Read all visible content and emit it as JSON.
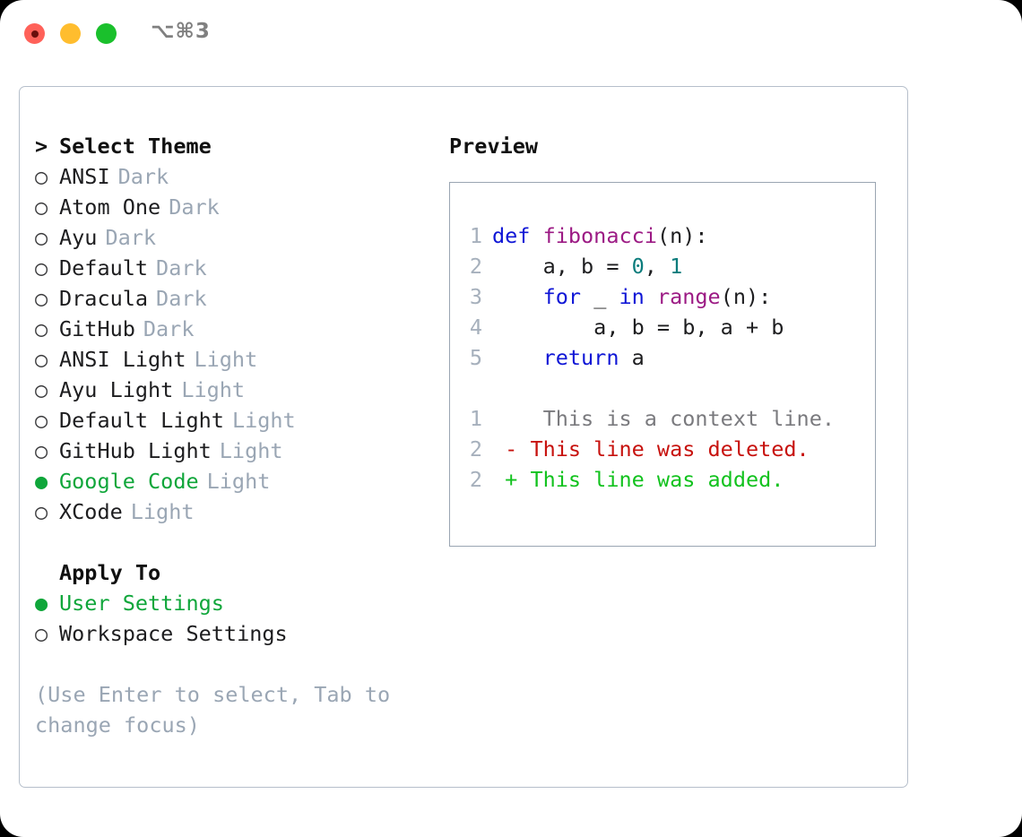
{
  "window": {
    "shortcut": "⌥⌘3",
    "traffic_lights": [
      "close",
      "minimize",
      "maximize"
    ]
  },
  "theme_section": {
    "prefix": ">",
    "title": "Select Theme",
    "focused": true,
    "items": [
      {
        "marker": "○",
        "label": "ANSI",
        "tag": "Dark",
        "selected": false
      },
      {
        "marker": "○",
        "label": "Atom One",
        "tag": "Dark",
        "selected": false
      },
      {
        "marker": "○",
        "label": "Ayu",
        "tag": "Dark",
        "selected": false
      },
      {
        "marker": "○",
        "label": "Default",
        "tag": "Dark",
        "selected": false
      },
      {
        "marker": "○",
        "label": "Dracula",
        "tag": "Dark",
        "selected": false
      },
      {
        "marker": "○",
        "label": "GitHub",
        "tag": "Dark",
        "selected": false
      },
      {
        "marker": "○",
        "label": "ANSI Light",
        "tag": "Light",
        "selected": false
      },
      {
        "marker": "○",
        "label": "Ayu Light",
        "tag": "Light",
        "selected": false
      },
      {
        "marker": "○",
        "label": "Default Light",
        "tag": "Light",
        "selected": false
      },
      {
        "marker": "○",
        "label": "GitHub Light",
        "tag": "Light",
        "selected": false
      },
      {
        "marker": "●",
        "label": "Google Code",
        "tag": "Light",
        "selected": true
      },
      {
        "marker": "○",
        "label": "XCode",
        "tag": "Light",
        "selected": false
      }
    ]
  },
  "apply_section": {
    "prefix": " ",
    "title": "Apply To",
    "focused": false,
    "items": [
      {
        "marker": "●",
        "label": "User Settings",
        "tag": "",
        "selected": true
      },
      {
        "marker": "○",
        "label": "Workspace Settings",
        "tag": "",
        "selected": false
      }
    ]
  },
  "hint": "(Use Enter to select, Tab to change focus)",
  "preview": {
    "title": "Preview",
    "code_lines": [
      {
        "number": "1",
        "tokens": [
          {
            "text": "def ",
            "cls": "tok-kw"
          },
          {
            "text": "fibonacci",
            "cls": "tok-fn"
          },
          {
            "text": "(n):",
            "cls": "tok-punc"
          }
        ]
      },
      {
        "number": "2",
        "tokens": [
          {
            "text": "    a, b = ",
            "cls": "tok-plain"
          },
          {
            "text": "0",
            "cls": "tok-num"
          },
          {
            "text": ", ",
            "cls": "tok-plain"
          },
          {
            "text": "1",
            "cls": "tok-num"
          }
        ]
      },
      {
        "number": "3",
        "tokens": [
          {
            "text": "    for",
            "cls": "tok-kw"
          },
          {
            "text": " _ ",
            "cls": "tok-plain"
          },
          {
            "text": "in ",
            "cls": "tok-kw"
          },
          {
            "text": "range",
            "cls": "tok-fn"
          },
          {
            "text": "(n):",
            "cls": "tok-punc"
          }
        ]
      },
      {
        "number": "4",
        "tokens": [
          {
            "text": "        a, b = b, a + b",
            "cls": "tok-plain"
          }
        ]
      },
      {
        "number": "5",
        "tokens": [
          {
            "text": "    return",
            "cls": "tok-kw"
          },
          {
            "text": " a",
            "cls": "tok-plain"
          }
        ]
      }
    ],
    "diff_lines": [
      {
        "number": "1",
        "sign": " ",
        "text": "  This is a context line.",
        "cls": "diff-ctx"
      },
      {
        "number": "2",
        "sign": "-",
        "text": " This line was deleted.",
        "cls": "diff-del"
      },
      {
        "number": "2",
        "sign": "+",
        "text": " This line was added.",
        "cls": "diff-add"
      }
    ]
  },
  "colors": {
    "accent_green": "#0fa63a",
    "muted_tag": "#9aa6b4",
    "border": "#9aa5b2",
    "keyword": "#0f16d6",
    "function": "#9c1a84",
    "number": "#0b7c7c",
    "diff_add": "#12c21e",
    "diff_del": "#c7120e",
    "diff_ctx": "#7a7a7e"
  }
}
